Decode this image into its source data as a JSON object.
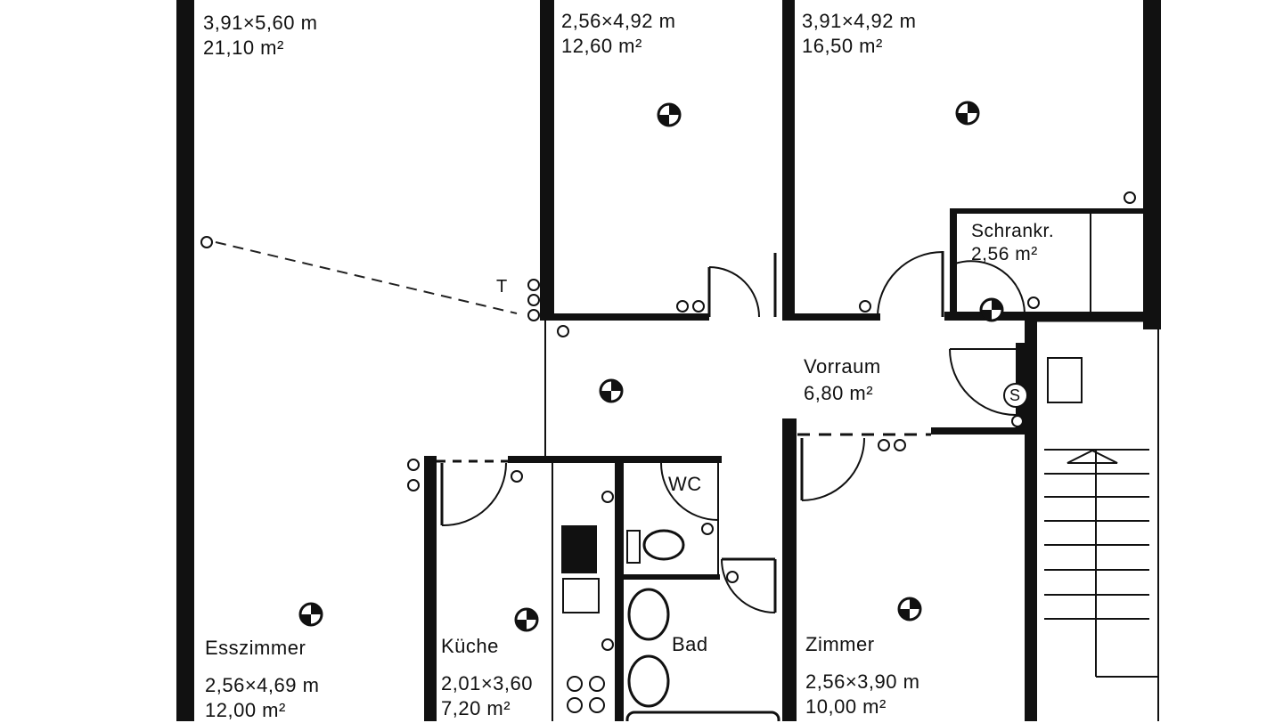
{
  "plan": {
    "rooms": [
      {
        "id": "wohn",
        "name": "",
        "dims": "3,91×5,60 m",
        "area": "21,10 m²"
      },
      {
        "id": "zimmer-mid",
        "name": "",
        "dims": "2,56×4,92 m",
        "area": "12,60 m²"
      },
      {
        "id": "zimmer-right",
        "name": "",
        "dims": "3,91×4,92 m",
        "area": "16,50 m²"
      },
      {
        "id": "schrank",
        "name": "Schrankr.",
        "dims": "",
        "area": "2,56 m²"
      },
      {
        "id": "vorraum",
        "name": "Vorraum",
        "dims": "",
        "area": "6,80 m²"
      },
      {
        "id": "wc",
        "name": "WC",
        "dims": "",
        "area": ""
      },
      {
        "id": "bad",
        "name": "Bad",
        "dims": "",
        "area": ""
      },
      {
        "id": "ess",
        "name": "Esszimmer",
        "dims": "2,56×4,69 m",
        "area": "12,00 m²"
      },
      {
        "id": "kueche",
        "name": "Küche",
        "dims": "2,01×3,60",
        "area": "7,20 m²"
      },
      {
        "id": "zimmer-bottom",
        "name": "Zimmer",
        "dims": "2,56×3,90 m",
        "area": "10,00 m²"
      }
    ],
    "symbols": {
      "telephone": "T",
      "meter": "S"
    }
  }
}
